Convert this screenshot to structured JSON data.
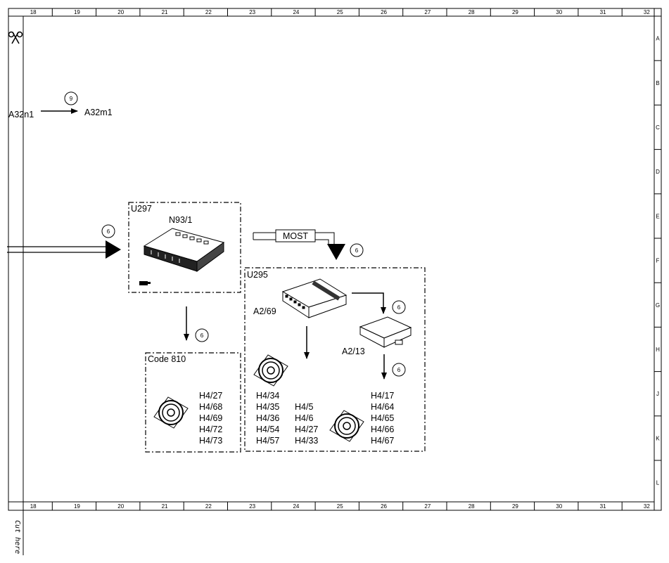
{
  "columns": [
    "18",
    "19",
    "20",
    "21",
    "22",
    "23",
    "24",
    "25",
    "26",
    "27",
    "28",
    "29",
    "30",
    "31",
    "32"
  ],
  "rows": [
    "A",
    "B",
    "C",
    "D",
    "E",
    "F",
    "G",
    "H",
    "J",
    "K",
    "L"
  ],
  "cut_label": "Cut here",
  "signal": {
    "from": "A32n1",
    "to": "A32m1",
    "ref": "9"
  },
  "input_ref": "6",
  "u297": {
    "title": "U297",
    "component": "N93/1"
  },
  "most": {
    "label": "MOST",
    "ref": "6"
  },
  "u295": {
    "title": "U295",
    "module": "A2/69",
    "module_ref": "6",
    "sub_module": "A2/13",
    "sub_ref": "6",
    "speakers_left": [
      "H4/34",
      "H4/35",
      "H4/36",
      "H4/54",
      "H4/57"
    ],
    "speakers_mid": [
      "H4/5",
      "H4/6",
      "H4/27",
      "H4/33"
    ],
    "speakers_right": [
      "H4/17",
      "H4/64",
      "H4/65",
      "H4/66",
      "H4/67"
    ]
  },
  "code810": {
    "title": "Code 810",
    "ref": "6",
    "speakers": [
      "H4/27",
      "H4/68",
      "H4/69",
      "H4/72",
      "H4/73"
    ]
  }
}
